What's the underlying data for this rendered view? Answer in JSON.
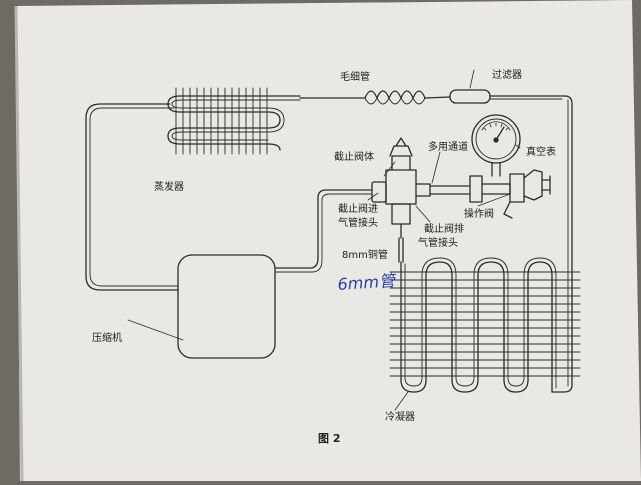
{
  "labels": {
    "capillary": "毛细管",
    "filter": "过滤器",
    "evaporator": "蒸发器",
    "valve_body": "截止阀体",
    "multi_channel": "多用通道",
    "vacuum_gauge": "真空表",
    "valve_inlet_line1": "截止阀进",
    "valve_inlet_line2": "气管接头",
    "valve_outlet_line1": "截止阀排",
    "valve_outlet_line2": "气管接头",
    "operating_valve": "操作阀",
    "tube_8mm": "8mm铜管",
    "handwritten_note": "6mm管",
    "compressor": "压缩机",
    "condenser": "冷凝器",
    "figure_caption": "图  2"
  },
  "colors": {
    "paper": "#e9e8e4",
    "line": "#2b2b2b",
    "ink_blue": "#2a3fa8",
    "background": "#6f6a63"
  }
}
